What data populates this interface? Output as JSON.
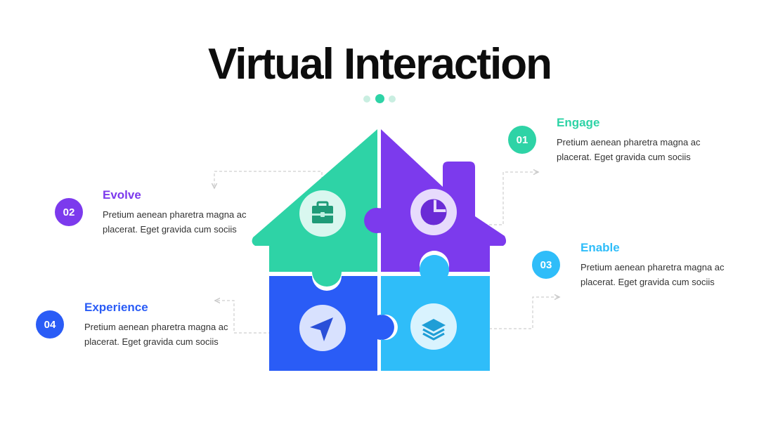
{
  "title": "Virtual Interaction",
  "colors": {
    "green": "#2ed3a6",
    "purple": "#7c3aed",
    "blue": "#2a5cf6",
    "light_blue": "#2fbdf9",
    "dot_active": "#2ed3a6",
    "dot_inactive": "#c9eee1"
  },
  "items": [
    {
      "number": "01",
      "title": "Engage",
      "description": "Pretium aenean pharetra magna ac placerat. Eget gravida cum sociis",
      "color": "#2ed3a6",
      "icon": "pie-chart-icon"
    },
    {
      "number": "02",
      "title": "Evolve",
      "description": "Pretium aenean pharetra magna ac placerat. Eget gravida cum sociis",
      "color": "#7c3aed",
      "icon": "briefcase-icon"
    },
    {
      "number": "03",
      "title": "Enable",
      "description": "Pretium aenean pharetra magna ac placerat. Eget gravida cum sociis",
      "color": "#2fbdf9",
      "icon": "layers-icon"
    },
    {
      "number": "04",
      "title": "Experience",
      "description": "Pretium aenean pharetra magna ac placerat. Eget gravida cum sociis",
      "color": "#2a5cf6",
      "icon": "send-arrow-icon"
    }
  ]
}
